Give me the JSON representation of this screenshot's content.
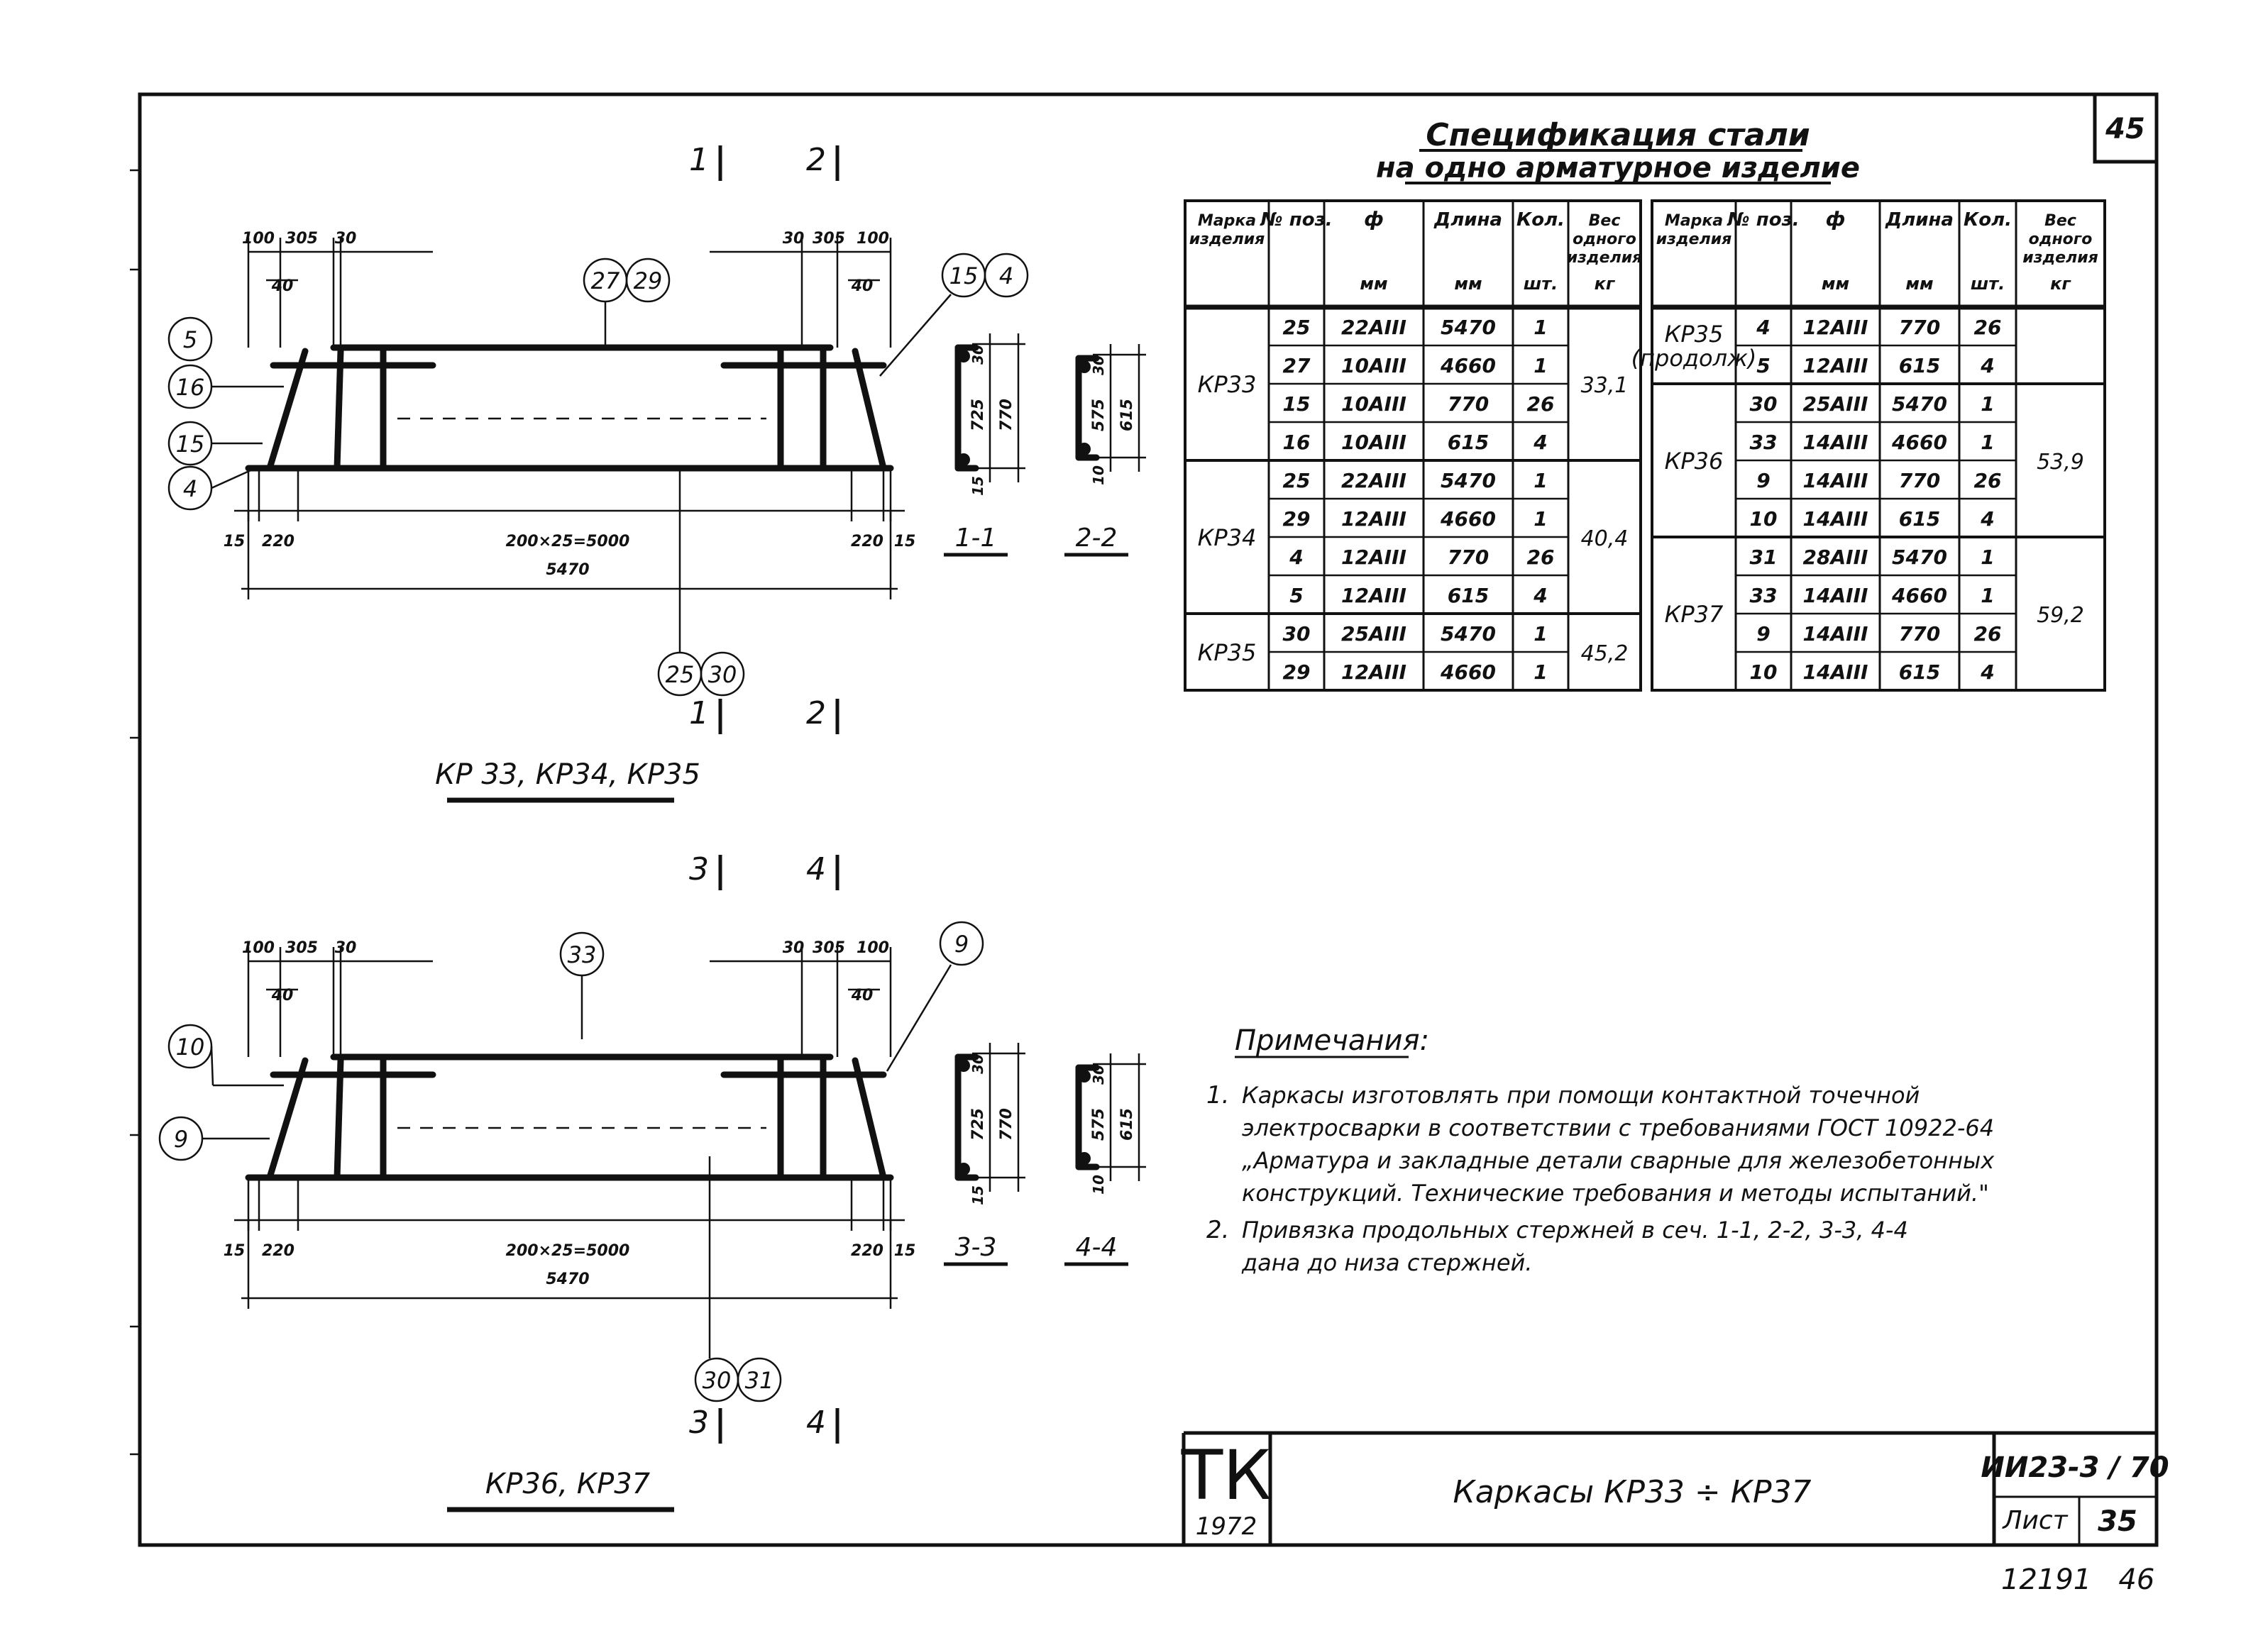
{
  "sheet_number_top": "45",
  "spec": {
    "title1": "Спецификация стали",
    "title2": "на одно арматурное изделие",
    "headers": [
      "Марка изделия",
      "№ поз.",
      "ф",
      "Длина",
      "Кол.",
      "Вес одного изделия"
    ],
    "units": [
      "",
      "",
      "мм",
      "мм",
      "шт.",
      "кг"
    ],
    "left": [
      {
        "mark": "КР33",
        "weight": "33,1",
        "rows": [
          [
            "25",
            "22AIII",
            "5470",
            "1"
          ],
          [
            "27",
            "10AIII",
            "4660",
            "1"
          ],
          [
            "15",
            "10AIII",
            "770",
            "26"
          ],
          [
            "16",
            "10AIII",
            "615",
            "4"
          ]
        ]
      },
      {
        "mark": "КР34",
        "weight": "40,4",
        "rows": [
          [
            "25",
            "22AIII",
            "5470",
            "1"
          ],
          [
            "29",
            "12AIII",
            "4660",
            "1"
          ],
          [
            "4",
            "12AIII",
            "770",
            "26"
          ],
          [
            "5",
            "12AIII",
            "615",
            "4"
          ]
        ]
      },
      {
        "mark": "КР35",
        "weight": "45,2",
        "rows": [
          [
            "30",
            "25AIII",
            "5470",
            "1"
          ],
          [
            "29",
            "12AIII",
            "4660",
            "1"
          ]
        ]
      }
    ],
    "right": [
      {
        "mark": "КР35 (продолж)",
        "weight": "",
        "rows": [
          [
            "4",
            "12AIII",
            "770",
            "26"
          ],
          [
            "5",
            "12AIII",
            "615",
            "4"
          ]
        ]
      },
      {
        "mark": "КР36",
        "weight": "53,9",
        "rows": [
          [
            "30",
            "25AIII",
            "5470",
            "1"
          ],
          [
            "33",
            "14AIII",
            "4660",
            "1"
          ],
          [
            "9",
            "14AIII",
            "770",
            "26"
          ],
          [
            "10",
            "14AIII",
            "615",
            "4"
          ]
        ]
      },
      {
        "mark": "КР37",
        "weight": "59,2",
        "rows": [
          [
            "31",
            "28AIII",
            "5470",
            "1"
          ],
          [
            "33",
            "14AIII",
            "4660",
            "1"
          ],
          [
            "9",
            "14AIII",
            "770",
            "26"
          ],
          [
            "10",
            "14AIII",
            "615",
            "4"
          ]
        ]
      }
    ]
  },
  "drawing1": {
    "caption": "КР 33, КР34, КР35",
    "dims_top": [
      "100",
      "305",
      "30",
      "40",
      "30",
      "305",
      "100",
      "40"
    ],
    "dims_bottom": [
      "15",
      "220",
      "200×25=5000",
      "220",
      "15"
    ],
    "overall": "5470",
    "callouts": [
      "5",
      "16",
      "15",
      "4",
      "27",
      "29",
      "15",
      "4",
      "25",
      "30"
    ],
    "sections": [
      "1",
      "2",
      "1",
      "2"
    ],
    "section1": {
      "label": "1-1",
      "d1": "30",
      "d2": "725",
      "d3": "770",
      "d4": "15"
    },
    "section2": {
      "label": "2-2",
      "d1": "30",
      "d2": "575",
      "d3": "615",
      "d4": "10"
    }
  },
  "drawing2": {
    "caption": "КР36, КР37",
    "dims_top": [
      "100",
      "305",
      "30",
      "40",
      "30",
      "305",
      "100",
      "40"
    ],
    "dims_bottom": [
      "15",
      "220",
      "200×25=5000",
      "220",
      "15"
    ],
    "overall": "5470",
    "callouts": [
      "33",
      "9",
      "10",
      "9",
      "30",
      "31"
    ],
    "sections": [
      "3",
      "4",
      "3",
      "4"
    ],
    "section3": {
      "label": "3-3",
      "d1": "30",
      "d2": "725",
      "d3": "770",
      "d4": "15"
    },
    "section4": {
      "label": "4-4",
      "d1": "30",
      "d2": "575",
      "d3": "615",
      "d4": "10"
    }
  },
  "notes": {
    "title": "Примечания:",
    "items": [
      {
        "num": "1.",
        "lines": [
          "Каркасы изготовлять при помощи контактной точечной",
          "электросварки в соответствии с требованиями ГОСТ 10922-64",
          "„Арматура и закладные детали сварные для железобетонных",
          "конструкций. Технические требования и методы испытаний.\""
        ]
      },
      {
        "num": "2.",
        "lines": [
          "Привязка продольных стержней в сеч. 1-1, 2-2, 3-3, 4-4",
          "дана до низа стержней."
        ]
      }
    ]
  },
  "stamp": {
    "logo": "ТК",
    "year": "1972",
    "title": "Каркасы КР33 ÷ КР37",
    "code": "ИИ23-3 / 70",
    "sheet_label": "Лист",
    "sheet_num": "35"
  },
  "bottom_note": "12191   46"
}
